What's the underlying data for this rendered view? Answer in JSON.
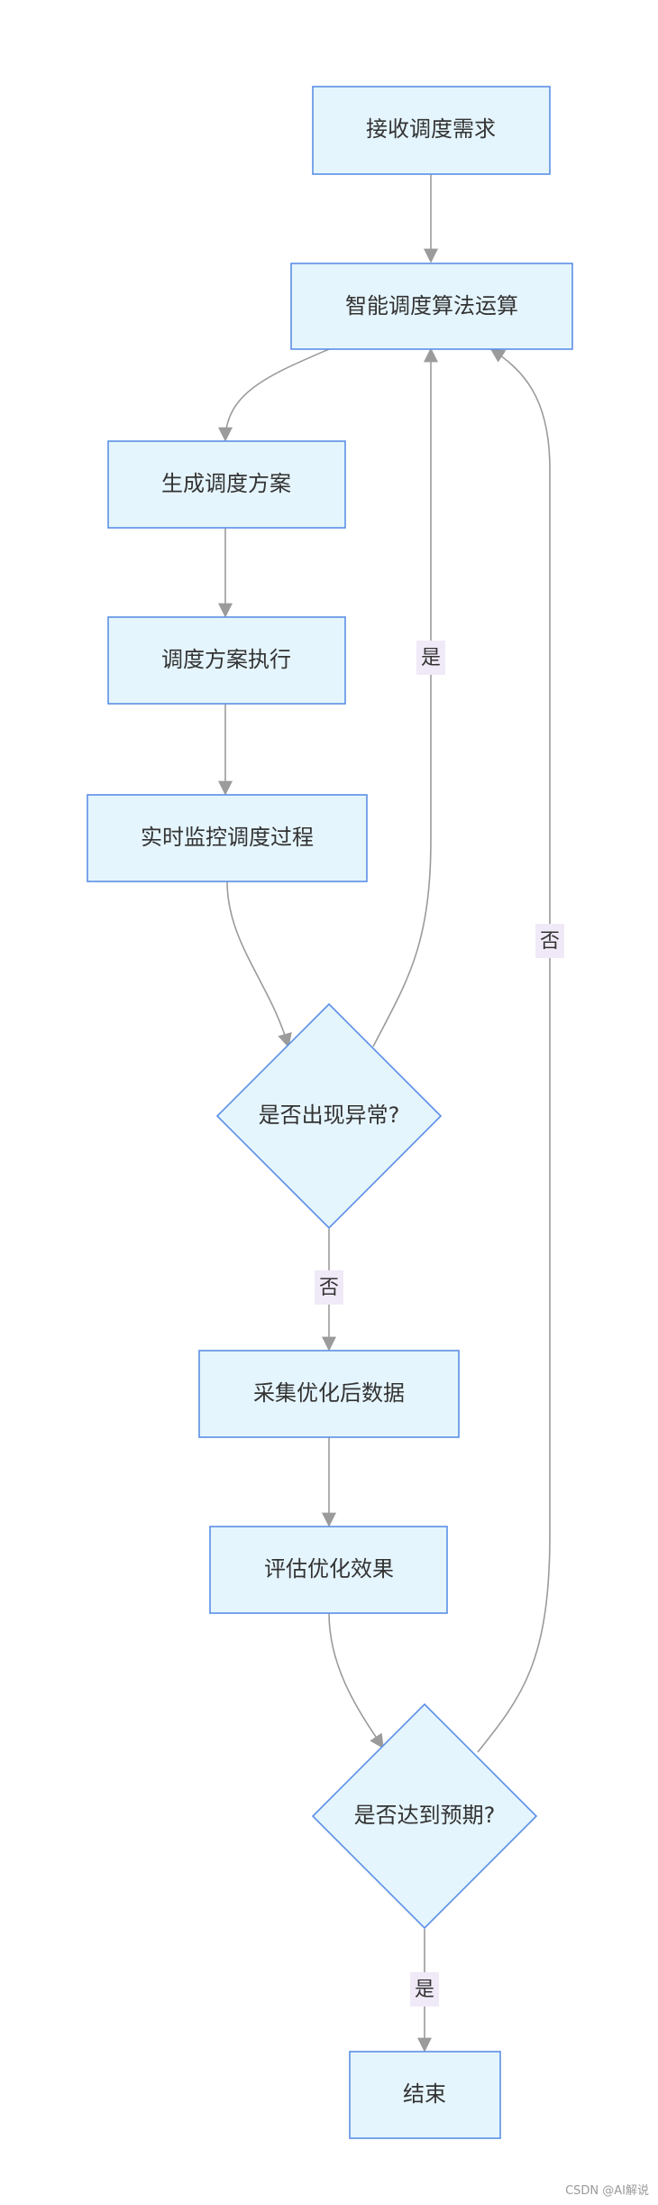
{
  "flowchart": {
    "nodes": {
      "receive": "接收调度需求",
      "algorithm": "智能调度算法运算",
      "generate": "生成调度方案",
      "execute": "调度方案执行",
      "monitor": "实时监控调度过程",
      "anomaly": "是否出现异常?",
      "collect": "采集优化后数据",
      "evaluate": "评估优化效果",
      "expected": "是否达到预期?",
      "end": "结束"
    },
    "edge_labels": {
      "anomaly_yes": "是",
      "anomaly_no": "否",
      "expected_no": "否",
      "expected_yes": "是"
    }
  },
  "watermark": "CSDN @AI解说"
}
